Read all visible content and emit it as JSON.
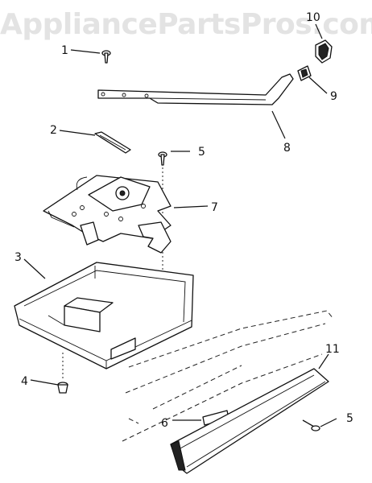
{
  "watermark": "AppliancePartsPros.com",
  "callouts": [
    {
      "label": "1",
      "part": "screw"
    },
    {
      "label": "2",
      "part": "strip"
    },
    {
      "label": "3",
      "part": "pan"
    },
    {
      "label": "4",
      "part": "foot"
    },
    {
      "label": "5",
      "part": "screw-upper"
    },
    {
      "label": "5",
      "part": "screw-lower"
    },
    {
      "label": "6",
      "part": "label-plate"
    },
    {
      "label": "7",
      "part": "lock-assembly"
    },
    {
      "label": "8",
      "part": "lever-bar"
    },
    {
      "label": "9",
      "part": "clip"
    },
    {
      "label": "10",
      "part": "knob"
    },
    {
      "label": "11",
      "part": "trim-panel"
    }
  ]
}
